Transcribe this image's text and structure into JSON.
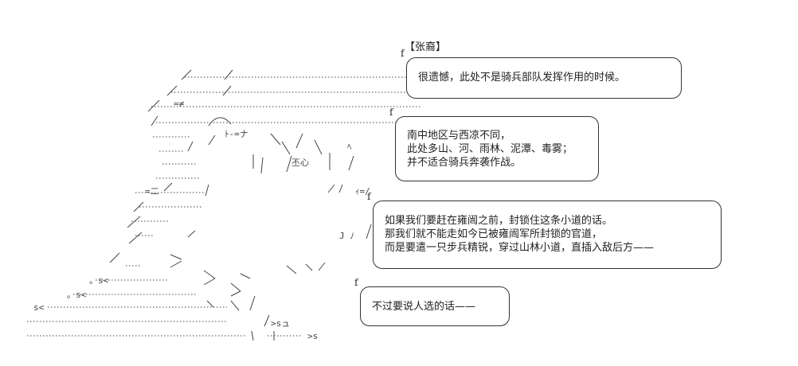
{
  "speaker": {
    "label": "【张裔】"
  },
  "bubbles": [
    {
      "lines": [
        "很遗憾，此处不是骑兵部队发挥作用的时候。"
      ]
    },
    {
      "lines": [
        "南中地区与西凉不同，",
        "此处多山、河、雨林、泥潭、毒雾；",
        "并不适合骑兵奔袭作战。"
      ]
    },
    {
      "lines": [
        "如果我们要赶在雍闿之前，封锁住这条小道的话。",
        "那我们就不能走如今已被雍闿军所封锁的官道，",
        "而是要遣一只步兵精锐，穿过山林小道，直插入敌后方——"
      ]
    },
    {
      "lines": [
        "不过要说人选的话——"
      ]
    }
  ],
  "art": {
    "description_icon": "ascii-art-figure",
    "color": "#333333"
  }
}
